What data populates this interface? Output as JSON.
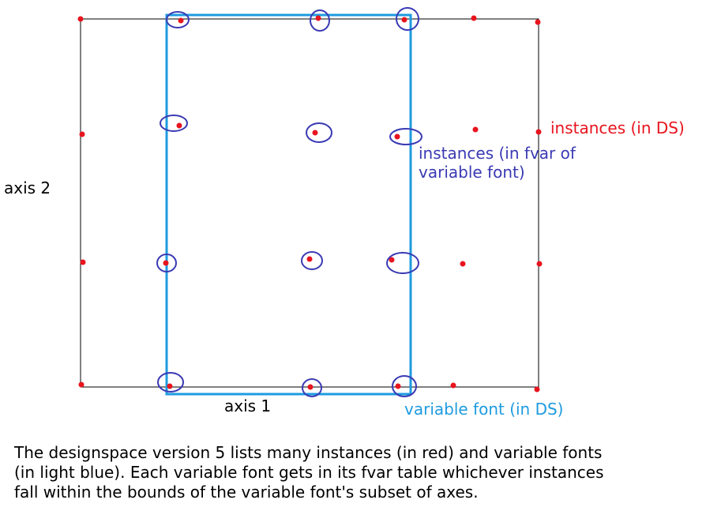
{
  "labels": {
    "axis1": "axis 1",
    "axis2": "axis 2",
    "instances_ds": "instances (in DS)",
    "instances_fvar_line1": "instances (in fvar of",
    "instances_fvar_line2": "variable font)",
    "variable_font": "variable font (in DS)"
  },
  "caption": [
    "The designspace version 5 lists many instances (in red) and variable fonts",
    "(in light blue). Each variable font gets in its fvar table whichever instances",
    "fall within the bounds of the variable font's subset of axes."
  ],
  "colors": {
    "designspace_border": "#000000",
    "instance_dot": "#e8141e",
    "fvar_circle": "#3a3ab4",
    "variable_font_box": "#1e9be0",
    "label_red": "#e8141e",
    "label_blue": "#3a3ab4",
    "label_lightblue": "#1e9be0"
  }
}
